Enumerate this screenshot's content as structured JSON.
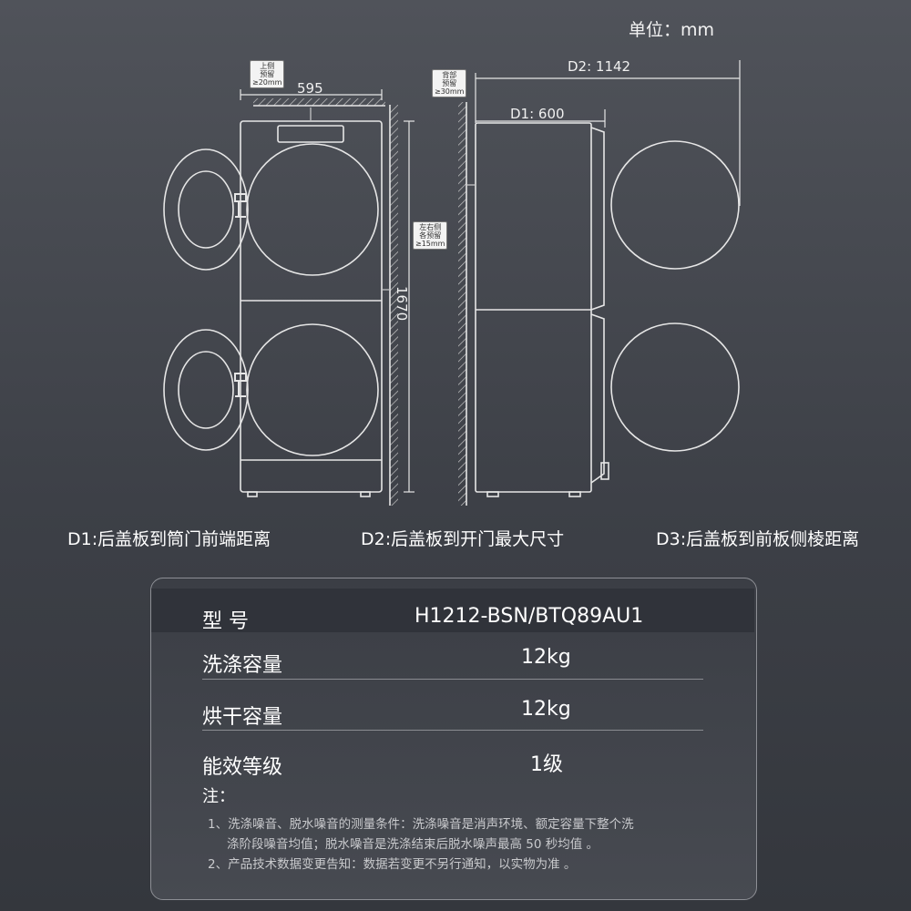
{
  "unit_label": "单位：mm",
  "dimensions": {
    "width": "595",
    "height": "1670",
    "d1": "D1: 600",
    "d2": "D2: 1142"
  },
  "clearance_notes": {
    "top": [
      "上侧",
      "预留",
      "≥20mm"
    ],
    "back": [
      "背部",
      "预留",
      "≥30mm"
    ],
    "side": [
      "左右侧",
      "各预留",
      "≥15mm"
    ]
  },
  "captions": {
    "d1": "D1:后盖板到筒门前端距离",
    "d2": "D2:后盖板到开门最大尺寸",
    "d3": "D3:后盖板到前板侧棱距离"
  },
  "spec_table": {
    "model_label": "型 号",
    "model_value": "H1212-BSN/BTQ89AU1",
    "rows": [
      {
        "label": "洗涤容量",
        "value": "12kg"
      },
      {
        "label": "烘干容量",
        "value": "12kg"
      },
      {
        "label": "能效等级",
        "value": "1级"
      }
    ],
    "notes_title": "注：",
    "notes": [
      "1、洗涤噪音、脱水噪音的测量条件：洗涤噪音是消声环境、额定容量下整个洗",
      "涤阶段噪音均值；脱水噪音是洗涤结束后脱水噪声最高 50 秒均值 。",
      "2、产品技术数据变更告知：数据若变更不另行通知，以实物为准 。"
    ]
  }
}
